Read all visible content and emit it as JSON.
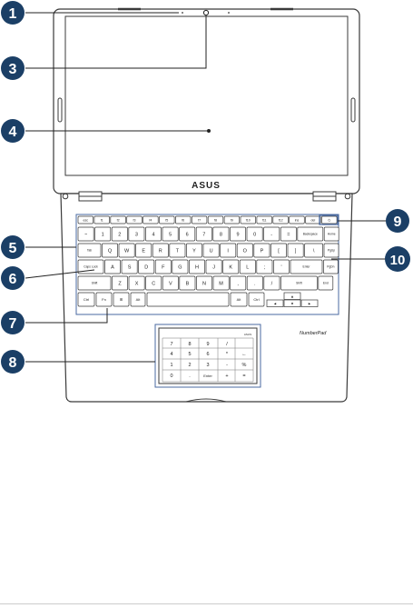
{
  "colors": {
    "callout": "#1b3f66",
    "accent": "#4a6aa0",
    "outline": "#3a3a3a",
    "key_fill": "#ffffff",
    "leader": "#222222"
  },
  "brand": {
    "logo": "ASUS",
    "wordmark": "NumberPad",
    "badge": "ASUS"
  },
  "callouts": [
    "1",
    "3",
    "4",
    "5",
    "6",
    "7",
    "8",
    "9",
    "10"
  ],
  "keyboard": {
    "fn_row": [
      "esc",
      "f1",
      "f2",
      "f3",
      "f4",
      "f5",
      "f6",
      "f7",
      "f8",
      "f9",
      "f10",
      "f11",
      "f12",
      "ins",
      "del",
      "⏻"
    ],
    "num_row": [
      "~",
      "1",
      "2",
      "3",
      "4",
      "5",
      "6",
      "7",
      "8",
      "9",
      "0",
      "-",
      "=",
      "Backspace",
      "Home"
    ],
    "q_row": [
      "Tab",
      "Q",
      "W",
      "E",
      "R",
      "T",
      "Y",
      "U",
      "I",
      "O",
      "P",
      "[",
      "]",
      "\\",
      "PgUp"
    ],
    "a_row": [
      "Caps Lock",
      "A",
      "S",
      "D",
      "F",
      "G",
      "H",
      "J",
      "K",
      "L",
      ";",
      "'",
      "Enter",
      "PgDn"
    ],
    "z_row": [
      "Shift",
      "Z",
      "X",
      "C",
      "V",
      "B",
      "N",
      "M",
      ",",
      ".",
      "/",
      "Shift",
      "End"
    ],
    "bottom_row": [
      "Ctrl",
      "Fn",
      "⊞",
      "Alt",
      "Alt",
      "Ctrl"
    ]
  },
  "numberpad": {
    "rows": [
      [
        "7",
        "8",
        "9",
        "/",
        ""
      ],
      [
        "4",
        "5",
        "6",
        "*",
        "←"
      ],
      [
        "1",
        "2",
        "3",
        "-",
        "%"
      ],
      [
        "0",
        ".",
        "Enter",
        "+",
        "="
      ]
    ]
  }
}
